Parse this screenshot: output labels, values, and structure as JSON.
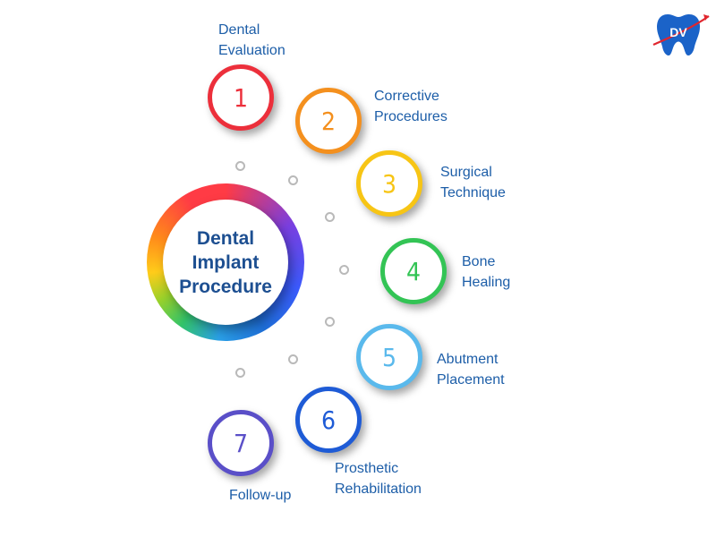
{
  "center_title": "Dental\nImplant\nProcedure",
  "logo_text": "DV",
  "steps": [
    {
      "number": "1",
      "label": "Dental\nEvaluation",
      "color": "#ec2f3b"
    },
    {
      "number": "2",
      "label": "Corrective\nProcedures",
      "color": "#f4901e"
    },
    {
      "number": "3",
      "label": "Surgical\nTechnique",
      "color": "#f7c515"
    },
    {
      "number": "4",
      "label": "Bone\nHealing",
      "color": "#33c455"
    },
    {
      "number": "5",
      "label": "Abutment\nPlacement",
      "color": "#5ab9ec"
    },
    {
      "number": "6",
      "label": "Prosthetic\nRehabilitation",
      "color": "#1e5bd6"
    },
    {
      "number": "7",
      "label": "Follow-up",
      "color": "#5a4fc8"
    }
  ],
  "colors": {
    "title": "#1d4f91",
    "label_text": "#1d5ea8",
    "logo_tooth": "#1b63c8",
    "logo_accent": "#e0262e"
  }
}
